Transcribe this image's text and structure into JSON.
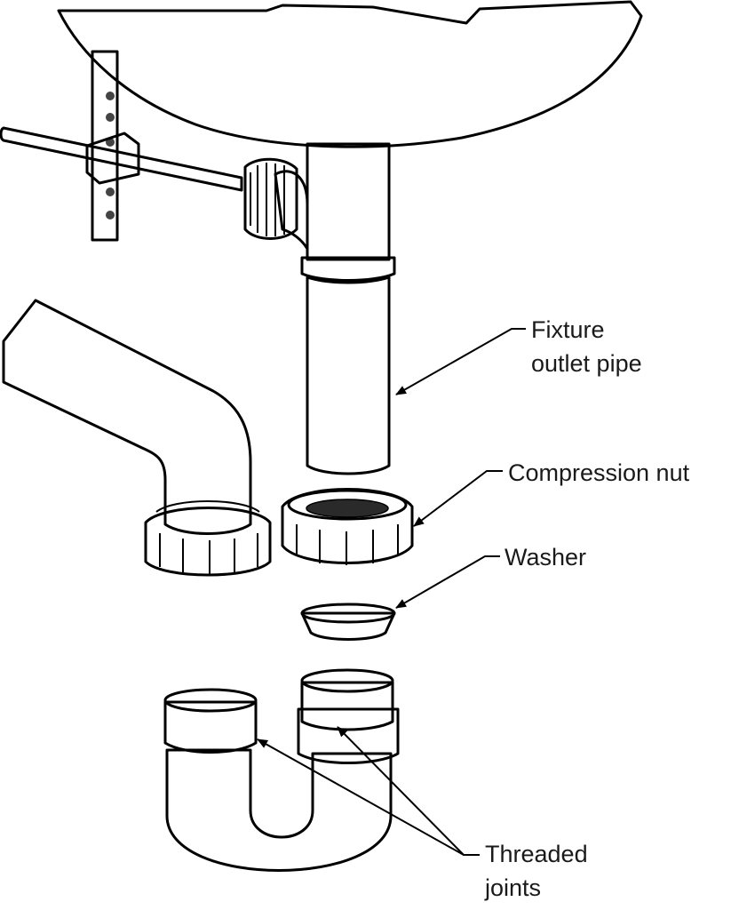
{
  "labels": {
    "fixture_outlet_pipe": [
      "Fixture",
      "outlet pipe"
    ],
    "compression_nut": "Compression nut",
    "washer": "Washer",
    "threaded_joints": [
      "Threaded",
      "joints"
    ]
  },
  "colors": {
    "pipe": "#c4c4c4",
    "pipe_light": "#d6d6d6",
    "nut": "#6e6e6e",
    "nut_dark": "#3e3e3e",
    "outline": "#000000",
    "background": "#ffffff"
  }
}
